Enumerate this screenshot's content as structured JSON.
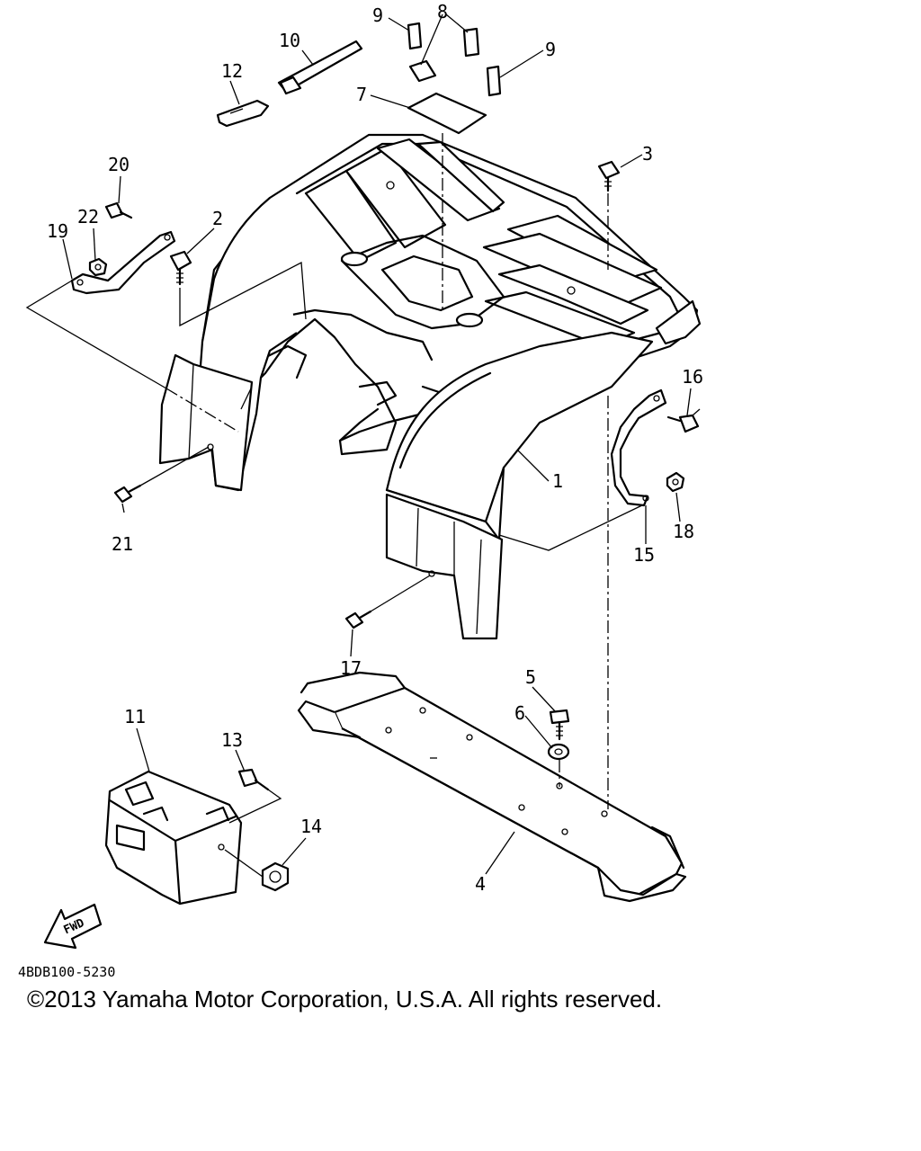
{
  "figure": {
    "drawing_code": "4BDB100-5230",
    "copyright": "©2013 Yamaha Motor Corporation, U.S.A. All rights reserved.",
    "fwd_label": "FWD"
  },
  "callouts": [
    "1",
    "2",
    "3",
    "4",
    "5",
    "6",
    "7",
    "8",
    "9",
    "9",
    "10",
    "11",
    "12",
    "13",
    "14",
    "15",
    "16",
    "17",
    "18",
    "19",
    "20",
    "21",
    "22"
  ]
}
